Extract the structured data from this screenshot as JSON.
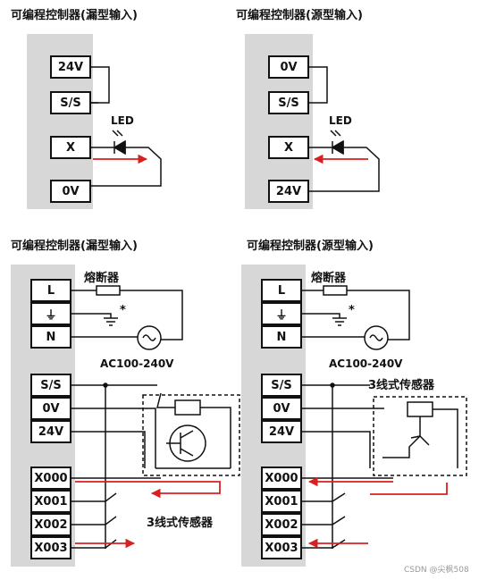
{
  "diagrams": [
    {
      "title": "可编程控制器(漏型输入)",
      "terminals": [
        "24V",
        "S/S",
        "X",
        "0V"
      ],
      "led": "LED"
    },
    {
      "title": "可编程控制器(源型输入)",
      "terminals": [
        "0V",
        "S/S",
        "X",
        "24V"
      ],
      "led": "LED"
    },
    {
      "title": "可编程控制器(漏型输入)",
      "power_terminals": [
        "L",
        "⏚",
        "N"
      ],
      "fuse": "熔断器",
      "asterisk": "*",
      "ac": "AC100-240V",
      "supply_terminals": [
        "S/S",
        "0V",
        "24V"
      ],
      "inputs": [
        "X000",
        "X001",
        "X002",
        "X003"
      ],
      "sensor": "3线式传感器"
    },
    {
      "title": "可编程控制器(源型输入)",
      "power_terminals": [
        "L",
        "⏚",
        "N"
      ],
      "fuse": "熔断器",
      "asterisk": "*",
      "ac": "AC100-240V",
      "supply_terminals": [
        "S/S",
        "0V",
        "24V"
      ],
      "inputs": [
        "X000",
        "X001",
        "X002",
        "X003"
      ],
      "sensor": "3线式传感器"
    }
  ],
  "watermark": "CSDN @尖枫508",
  "colors": {
    "wire": "#111111",
    "current_arrow": "#d92020",
    "panel": "#d7d7d7"
  }
}
